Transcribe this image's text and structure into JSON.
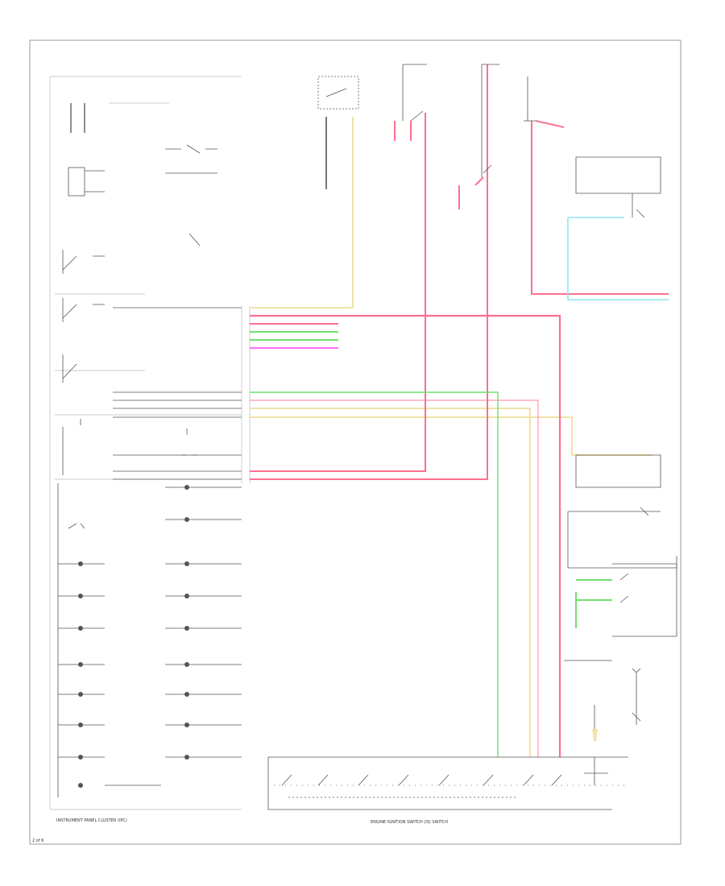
{
  "footer": {
    "left_label": "INSTRUMENT PANEL CLUSTER (IPC)",
    "right_label": "ENGINE IGNITION SWITCH (IS) SWITCH",
    "page_id": "2 of 6"
  },
  "colors": {
    "red_pink": "#ff6f8e",
    "yellow_tan": "#f1e2a8",
    "green": "#6fe06f",
    "magenta": "#ff6cff",
    "cyan": "#8fe6ee",
    "line": "#555555"
  }
}
